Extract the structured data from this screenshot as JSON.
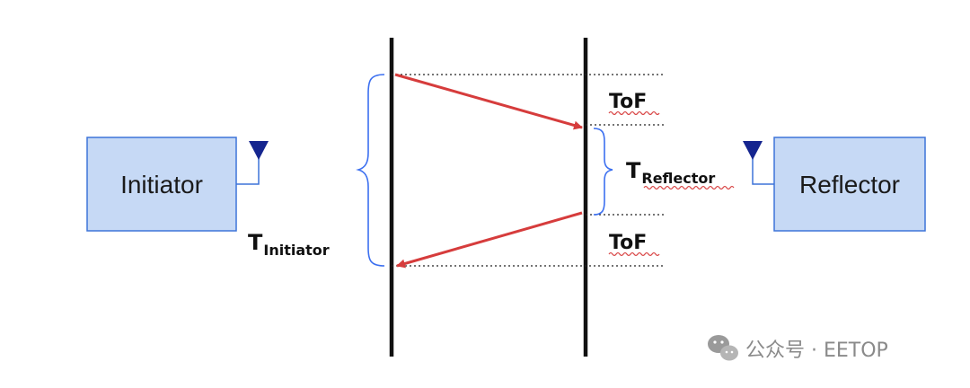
{
  "initiator_box": {
    "label": "Initiator"
  },
  "reflector_box": {
    "label": "Reflector"
  },
  "tof_top": "ToF",
  "tof_bottom": "ToF",
  "t_initiator": {
    "main": "T",
    "sub": "Initiator"
  },
  "t_reflector": {
    "main": "T",
    "sub": "Reflector"
  },
  "watermark": {
    "text": "公众号 · EETOP",
    "icon": "wechat-icon"
  },
  "colors": {
    "box_fill": "#c6d9f5",
    "box_stroke": "#3d74d9",
    "arrow": "#d63c3c",
    "brace": "#3b6ff0",
    "antenna": "#15258f",
    "timeline": "#111111"
  }
}
